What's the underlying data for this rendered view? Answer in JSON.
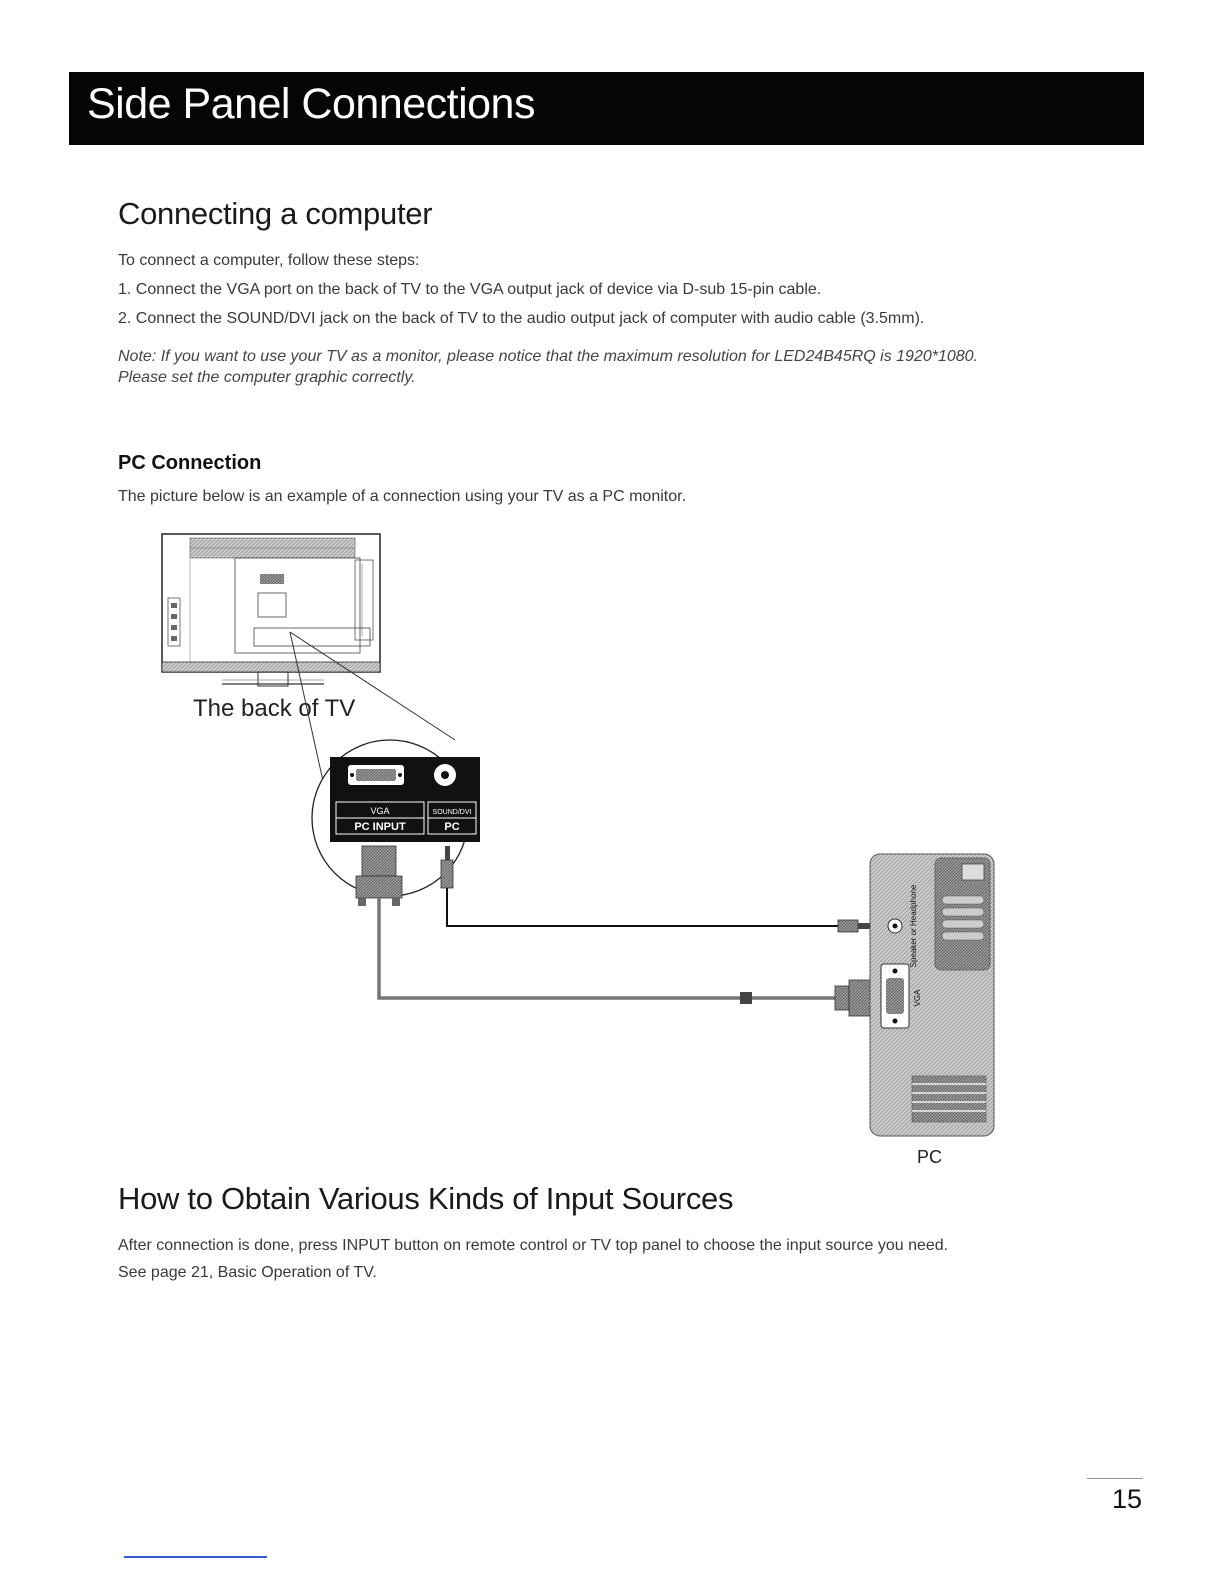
{
  "banner": {
    "title": "Side Panel Connections"
  },
  "section1": {
    "heading": "Connecting a computer",
    "intro": "To connect a computer, follow these steps:",
    "steps": [
      "1. Connect the VGA port on the back of TV to the VGA output jack of device via D-sub 15-pin cable.",
      "2. Connect the SOUND/DVI jack on the back of TV to the audio output jack of computer with audio cable (3.5mm)."
    ],
    "note_line1": "Note: If you want to use your TV as a monitor, please notice that the maximum resolution for LED24B45RQ is 1920*1080.",
    "note_line2": "Please set the computer graphic correctly."
  },
  "pc_connection": {
    "heading": "PC Connection",
    "description": "The picture below is an example of a connection using your TV as a PC monitor."
  },
  "diagram": {
    "back_of_tv_label": "The back of TV",
    "panel_vga": "VGA",
    "panel_sound": "SOUND/DVI",
    "panel_pc_input": "PC INPUT",
    "panel_pc": "PC",
    "pc_label": "PC",
    "pc_port_speaker": "Speaker or Headphone",
    "pc_port_vga": "VGA"
  },
  "section2": {
    "heading": "How to Obtain Various Kinds of Input Sources",
    "line1": "After connection is done, press INPUT button on remote control or TV top panel to choose the input source you need.",
    "line2": "See page 21, Basic Operation of TV."
  },
  "footer": {
    "page_number": "15"
  }
}
